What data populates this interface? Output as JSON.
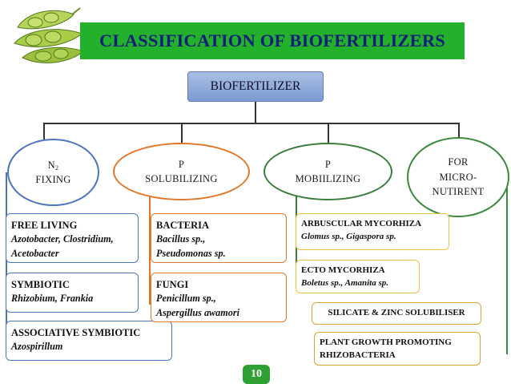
{
  "title": "CLASSIFICATION OF BIOFERTILIZERS",
  "root": "BIOFERTILIZER",
  "categories": {
    "n2": {
      "main": "N",
      "sub": "2",
      "line2": "FIXING"
    },
    "p_sol": {
      "line1": "P",
      "line2": "SOLUBILIZING"
    },
    "p_mob": {
      "line1": "P",
      "line2": "MOBIILIZING"
    },
    "micro": {
      "line1": "FOR",
      "line2": "MICRO-",
      "line3": "NUTIRENT"
    }
  },
  "n2_items": [
    {
      "head": "FREE LIVING",
      "body1": "Azotobacter, Clostridium,",
      "body2": "Acetobacter"
    },
    {
      "head": "SYMBIOTIC",
      "body1": "Rhizobium, Frankia"
    },
    {
      "head": "ASSOCIATIVE SYMBIOTIC",
      "body1": "Azospirillum"
    }
  ],
  "p_sol_items": [
    {
      "head": "BACTERIA",
      "body1": "Bacillus sp.,",
      "body2": "Pseudomonas sp."
    },
    {
      "head": "FUNGI",
      "body1": "Penicillum sp.,",
      "body2": "Aspergillus awamori"
    }
  ],
  "p_mob_items": [
    {
      "head": "ARBUSCULAR MYCORHIZA",
      "body1": "Glomus sp., Gigaspora sp."
    },
    {
      "head": "ECTO MYCORHIZA",
      "body1": "Boletus sp., Amanita sp."
    }
  ],
  "micro_items": [
    {
      "head": "SILICATE & ZINC SOLUBILISER"
    },
    {
      "head": "PLANT GROWTH PROMOTING",
      "head2": "RHIZOBACTERIA"
    }
  ],
  "page_number": "10",
  "colors": {
    "title_bg": "#23b02a",
    "title_text": "#0f1f7a",
    "n2": "#4e76bd",
    "p_sol": "#e0782a",
    "p_mob": "#f0c040",
    "micro": "#d9a52a",
    "page_badge": "#2fa034"
  },
  "icons": {
    "title_image": "soybean-pods-icon"
  }
}
